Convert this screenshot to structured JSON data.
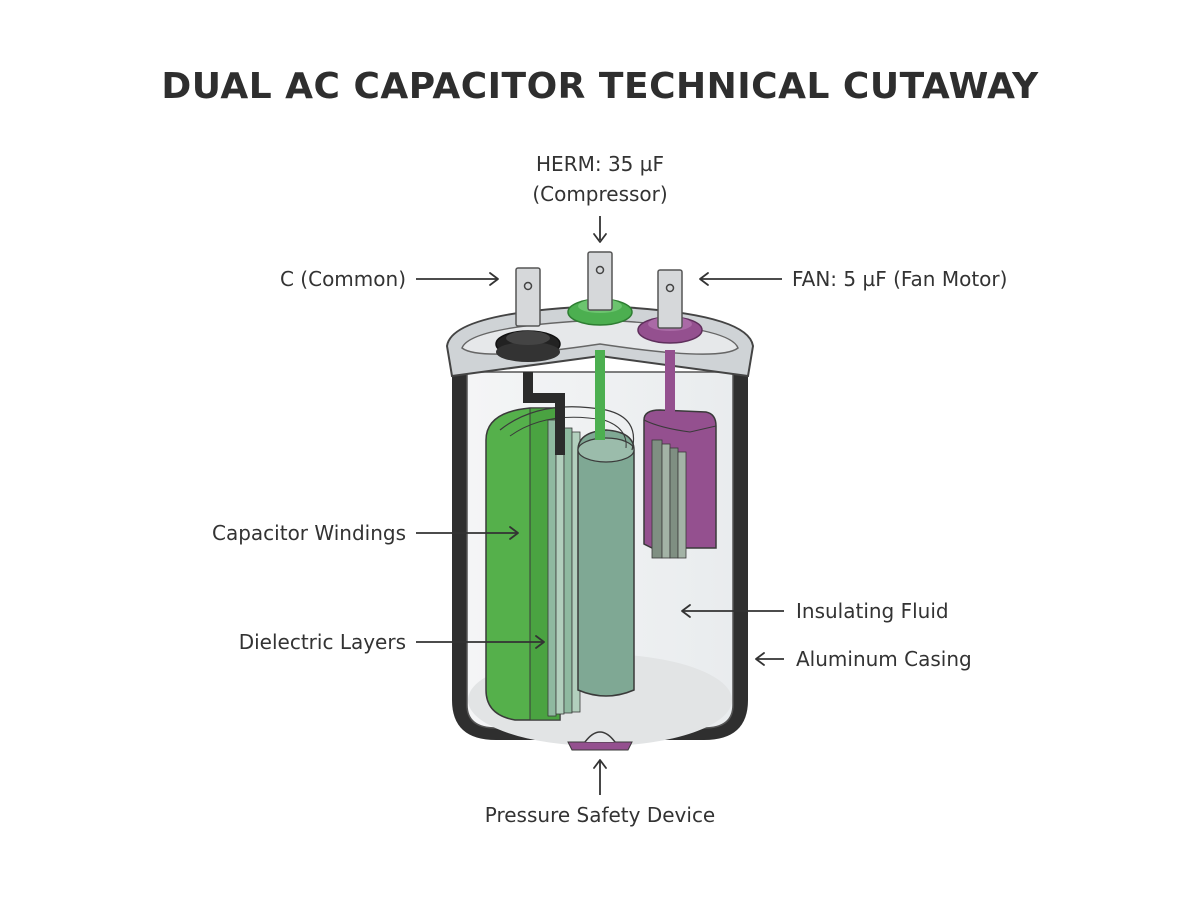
{
  "title": "DUAL AC CAPACITOR TECHNICAL CUTAWAY",
  "labels": {
    "herm_line1": "HERM: 35 µF",
    "herm_line2": "(Compressor)",
    "common": "C (Common)",
    "fan": "FAN: 5 µF (Fan Motor)",
    "windings": "Capacitor Windings",
    "dielectric": "Dielectric Layers",
    "fluid": "Insulating Fluid",
    "casing": "Aluminum Casing",
    "pressure": "Pressure Safety Device"
  },
  "colors": {
    "common_terminal": "#2b2b2b",
    "herm_terminal": "#4caf50",
    "fan_terminal": "#9c4f9e",
    "winding_green": "#55b04b",
    "winding_inner": "#7fa894",
    "winding_purple": "#94508f",
    "casing": "#d9dde0"
  }
}
